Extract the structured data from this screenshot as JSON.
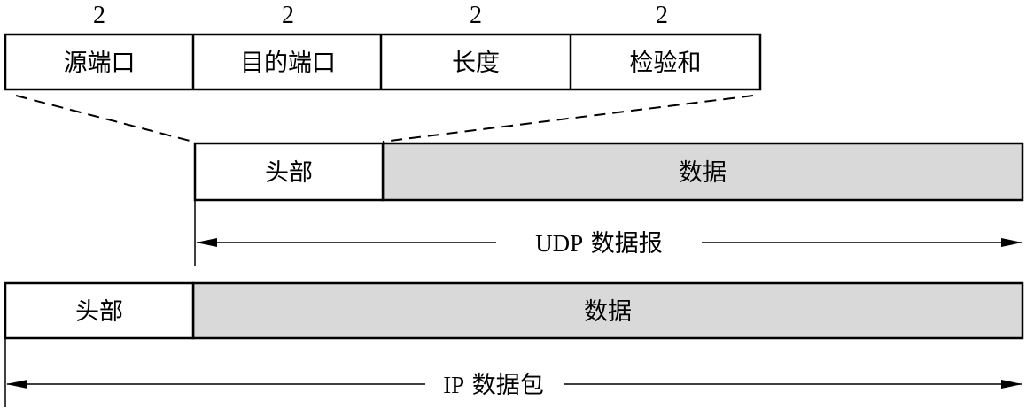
{
  "colors": {
    "stroke": "#000000",
    "header_fill": "#ffffff",
    "data_fill": "#d9d9d9"
  },
  "udp_header": {
    "field_sizes": [
      "2",
      "2",
      "2",
      "2"
    ],
    "fields": [
      "源端口",
      "目的端口",
      "长度",
      "检验和"
    ]
  },
  "udp_datagram": {
    "header_label": "头部",
    "data_label": "数据",
    "span_label_latin": "UDP",
    "span_label_cjk": "数据报"
  },
  "ip_packet": {
    "header_label": "头部",
    "data_label": "数据",
    "span_label_latin": "IP",
    "span_label_cjk": "数据包"
  }
}
